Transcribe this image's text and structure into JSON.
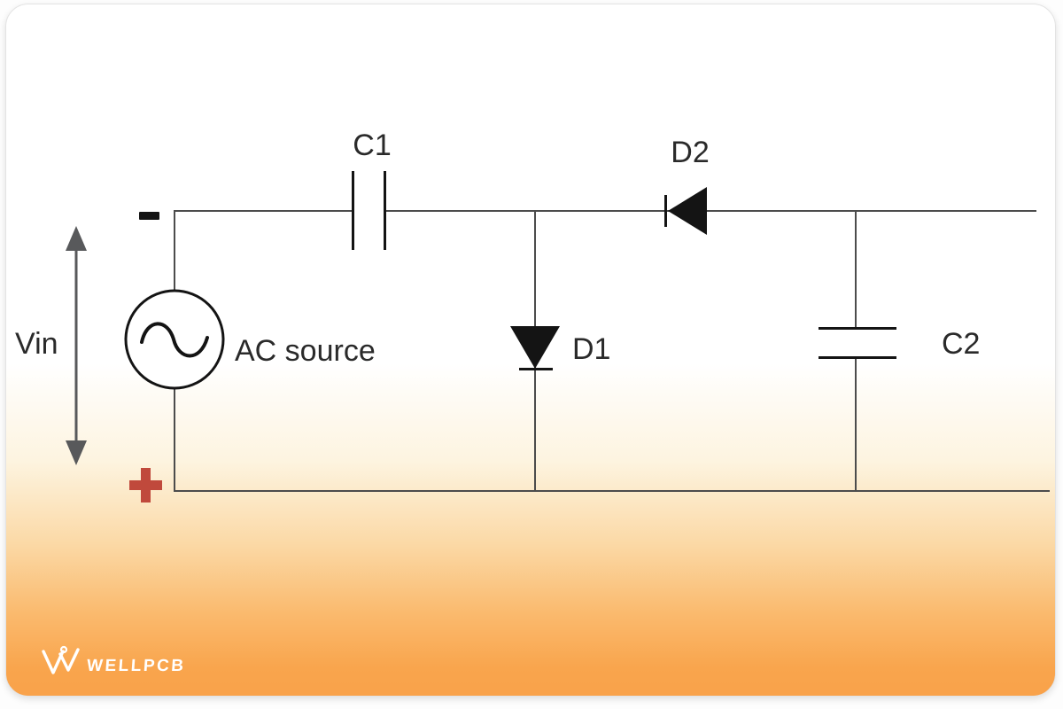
{
  "branding": {
    "logo_text": "WELLPCB",
    "logo_mark": "wellpcb-w-icon"
  },
  "diagram": {
    "title_implicit": "AC voltage doubler circuit",
    "component_labels": {
      "c1": "C1",
      "d2": "D2",
      "d1": "D1",
      "c2": "C2",
      "ac_source": "AC source",
      "vin": "Vin"
    },
    "polarity": {
      "minus": "-",
      "plus": "+"
    },
    "components": [
      {
        "id": "ac-source",
        "type": "ac-voltage-source",
        "label": "AC source",
        "symbol": "circle-with-sine"
      },
      {
        "id": "c1",
        "type": "capacitor",
        "label": "C1",
        "position": "series-top-wire"
      },
      {
        "id": "d1",
        "type": "diode",
        "label": "D1",
        "orientation": "pointing-down",
        "position": "shunt-middle-branch"
      },
      {
        "id": "d2",
        "type": "diode",
        "label": "D2",
        "orientation": "pointing-left",
        "position": "series-top-wire"
      },
      {
        "id": "c2",
        "type": "capacitor",
        "label": "C2",
        "position": "shunt-right-branch"
      }
    ],
    "annotations": [
      {
        "id": "vin-arrow",
        "type": "double-headed-vertical-arrow",
        "label": "Vin"
      },
      {
        "id": "minus-sign",
        "meaning": "negative terminal near top of AC source"
      },
      {
        "id": "plus-sign",
        "meaning": "positive terminal near bottom of AC source"
      }
    ],
    "colors": {
      "wire": "#4c4c4c",
      "component_black": "#141414",
      "plus_red": "#c0493c",
      "arrow_gray": "#58595b",
      "label_text": "#2a2a2a",
      "card_top": "#ffffff",
      "card_bottom_orange": "#f9a24a",
      "logo_white": "#ffffff"
    }
  }
}
